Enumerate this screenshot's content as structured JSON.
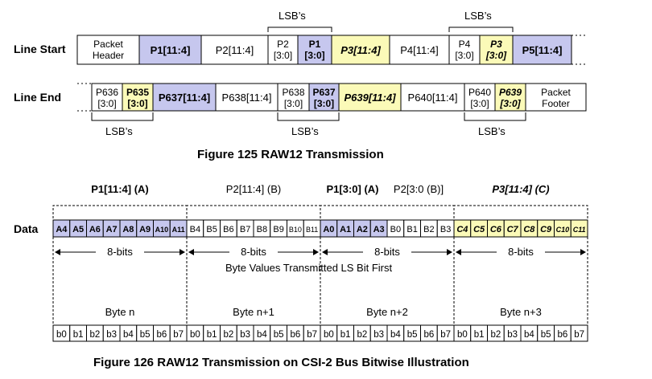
{
  "colors": {
    "blue": "#c6c7ee",
    "yellow": "#fbfab8",
    "white": "#ffffff",
    "stroke": "#000000"
  },
  "fig125": {
    "row_start_label": "Line Start",
    "row_end_label": "Line End",
    "lsb": "LSB’s",
    "caption": "Figure 125 RAW12 Transmission",
    "start_cells": [
      {
        "lines": [
          "Packet",
          "Header"
        ],
        "fill": "white",
        "style": "normal"
      },
      {
        "lines": [
          "P1[11:4]"
        ],
        "fill": "blue",
        "style": "bold"
      },
      {
        "lines": [
          "P2[11:4]"
        ],
        "fill": "white",
        "style": "normal"
      },
      {
        "lines": [
          "P2",
          "[3:0]"
        ],
        "fill": "white",
        "style": "normal"
      },
      {
        "lines": [
          "P1",
          "[3:0]"
        ],
        "fill": "blue",
        "style": "bold"
      },
      {
        "lines": [
          "P3[11:4]"
        ],
        "fill": "yellow",
        "style": "bolditalic"
      },
      {
        "lines": [
          "P4[11:4]"
        ],
        "fill": "white",
        "style": "normal"
      },
      {
        "lines": [
          "P4",
          "[3:0]"
        ],
        "fill": "white",
        "style": "normal"
      },
      {
        "lines": [
          "P3",
          "[3:0]"
        ],
        "fill": "yellow",
        "style": "bolditalic"
      },
      {
        "lines": [
          "P5[11:4]"
        ],
        "fill": "blue",
        "style": "bold"
      }
    ],
    "end_cells": [
      {
        "lines": [
          "P636",
          "[3:0]"
        ],
        "fill": "white",
        "style": "normal"
      },
      {
        "lines": [
          "P635",
          "[3:0]"
        ],
        "fill": "yellow",
        "style": "bold"
      },
      {
        "lines": [
          "P637[11:4]"
        ],
        "fill": "blue",
        "style": "bold"
      },
      {
        "lines": [
          "P638[11:4]"
        ],
        "fill": "white",
        "style": "normal"
      },
      {
        "lines": [
          "P638",
          "[3:0]"
        ],
        "fill": "white",
        "style": "normal"
      },
      {
        "lines": [
          "P637",
          "[3:0]"
        ],
        "fill": "blue",
        "style": "bold"
      },
      {
        "lines": [
          "P639[11:4]"
        ],
        "fill": "yellow",
        "style": "bolditalic"
      },
      {
        "lines": [
          "P640[11:4]"
        ],
        "fill": "white",
        "style": "normal"
      },
      {
        "lines": [
          "P640",
          "[3:0]"
        ],
        "fill": "white",
        "style": "normal"
      },
      {
        "lines": [
          "P639",
          "[3:0]"
        ],
        "fill": "yellow",
        "style": "bolditalic"
      },
      {
        "lines": [
          "Packet",
          "Footer"
        ],
        "fill": "white",
        "style": "normal"
      }
    ]
  },
  "fig126": {
    "data_label": "Data",
    "groups": [
      {
        "title": "P1[11:4] (A)",
        "style": "bold"
      },
      {
        "title": "P2[11:4] (B)",
        "style": "normal"
      },
      {
        "title_a": "P1[3:0] (A)",
        "title_b": "P2[3:0 (B)]",
        "style": "mixed"
      },
      {
        "title": "P3[11:4] (C)",
        "style": "bolditalic"
      }
    ],
    "data_cells": [
      [
        "A4",
        "A5",
        "A6",
        "A7",
        "A8",
        "A9",
        "A10",
        "A11"
      ],
      [
        "B4",
        "B5",
        "B6",
        "B7",
        "B8",
        "B9",
        "B10",
        "B11"
      ],
      [
        "A0",
        "A1",
        "A2",
        "A3",
        "B0",
        "B1",
        "B2",
        "B3"
      ],
      [
        "C4",
        "C5",
        "C6",
        "C7",
        "C8",
        "C9",
        "C10",
        "C11"
      ]
    ],
    "bits_label": "8-bits",
    "lsb_first": "Byte Values Transmitted LS Bit First",
    "bytes": [
      "Byte n",
      "Byte n+1",
      "Byte n+2",
      "Byte n+3"
    ],
    "bit_labels": [
      "b0",
      "b1",
      "b2",
      "b3",
      "b4",
      "b5",
      "b6",
      "b7"
    ],
    "caption": "Figure 126 RAW12 Transmission on CSI-2 Bus Bitwise Illustration"
  }
}
